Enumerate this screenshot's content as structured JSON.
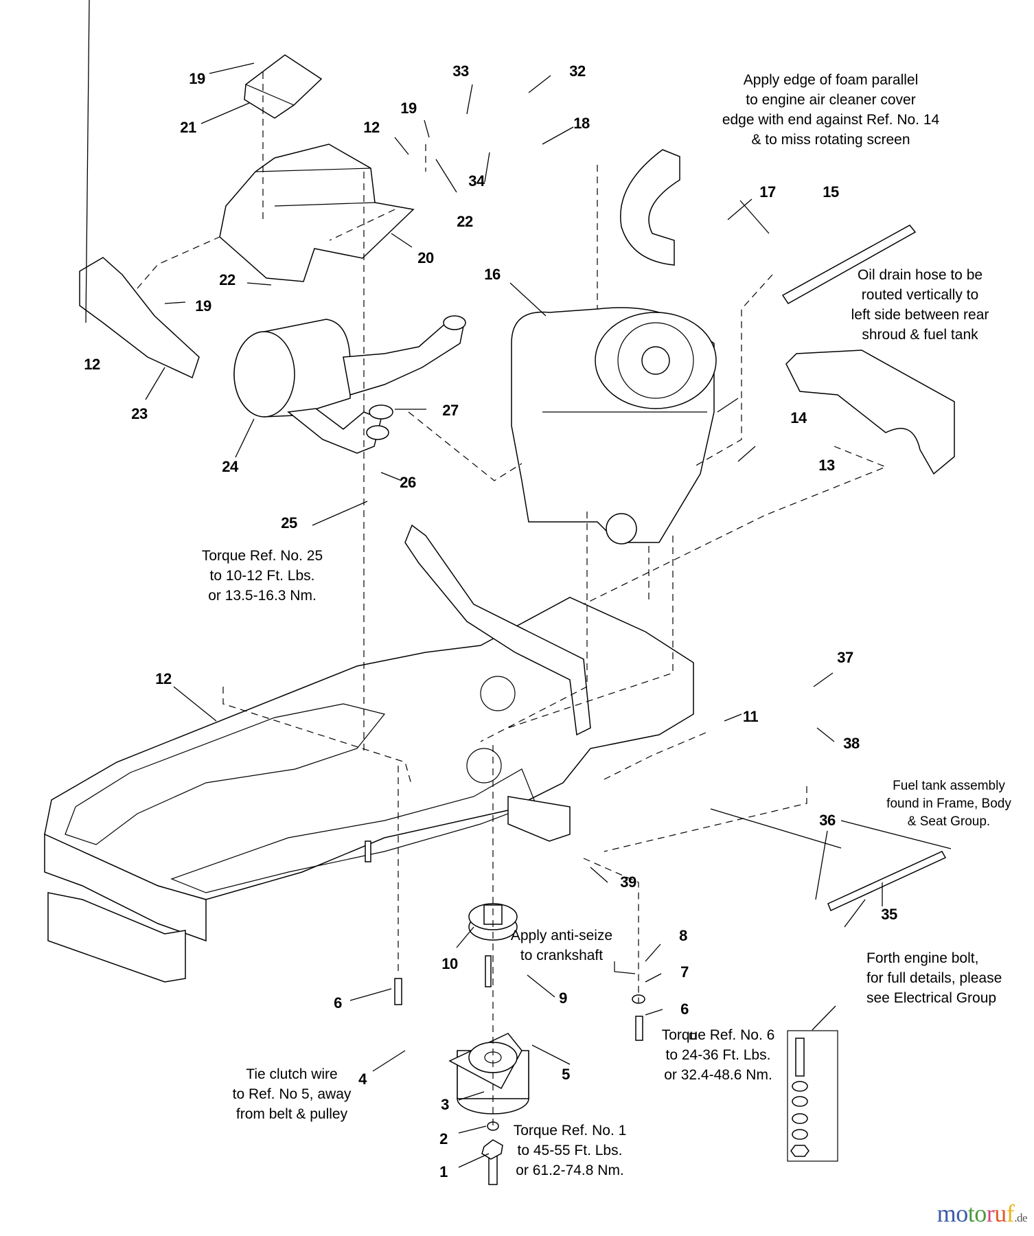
{
  "diagram": {
    "title_visible": false,
    "callouts": [
      {
        "id": "c19a",
        "label": "19"
      },
      {
        "id": "c21",
        "label": "21"
      },
      {
        "id": "c12a",
        "label": "12"
      },
      {
        "id": "c19b",
        "label": "19"
      },
      {
        "id": "c22a",
        "label": "22"
      },
      {
        "id": "c20",
        "label": "20"
      },
      {
        "id": "c22b",
        "label": "22"
      },
      {
        "id": "c19c",
        "label": "19"
      },
      {
        "id": "c12b",
        "label": "12"
      },
      {
        "id": "c23",
        "label": "23"
      },
      {
        "id": "c24",
        "label": "24"
      },
      {
        "id": "c27",
        "label": "27"
      },
      {
        "id": "c26",
        "label": "26"
      },
      {
        "id": "c25",
        "label": "25"
      },
      {
        "id": "c33",
        "label": "33"
      },
      {
        "id": "c34",
        "label": "34"
      },
      {
        "id": "c32",
        "label": "32"
      },
      {
        "id": "c18",
        "label": "18"
      },
      {
        "id": "c17",
        "label": "17"
      },
      {
        "id": "c15",
        "label": "15"
      },
      {
        "id": "c16",
        "label": "16"
      },
      {
        "id": "c14",
        "label": "14"
      },
      {
        "id": "c13",
        "label": "13"
      },
      {
        "id": "c12c",
        "label": "12"
      },
      {
        "id": "c11",
        "label": "11"
      },
      {
        "id": "c37",
        "label": "37"
      },
      {
        "id": "c38",
        "label": "38"
      },
      {
        "id": "c39",
        "label": "39"
      },
      {
        "id": "c36",
        "label": "36"
      },
      {
        "id": "c35",
        "label": "35"
      },
      {
        "id": "c10",
        "label": "10"
      },
      {
        "id": "c8",
        "label": "8"
      },
      {
        "id": "c7",
        "label": "7"
      },
      {
        "id": "c6a",
        "label": "6"
      },
      {
        "id": "c6b",
        "label": "6"
      },
      {
        "id": "c9",
        "label": "9"
      },
      {
        "id": "c5",
        "label": "5"
      },
      {
        "id": "c4",
        "label": "4"
      },
      {
        "id": "c3",
        "label": "3"
      },
      {
        "id": "c2",
        "label": "2"
      },
      {
        "id": "c1",
        "label": "1"
      }
    ],
    "notes": {
      "foam": [
        "Apply edge of foam parallel",
        "to engine air cleaner cover",
        "edge with end against Ref. No. 14",
        "& to miss rotating screen"
      ],
      "oil_hose": [
        "Oil drain hose to be",
        "routed vertically to",
        "left side between rear",
        "shroud & fuel tank"
      ],
      "torque_25": [
        "Torque Ref. No. 25",
        "to 10-12 Ft. Lbs.",
        "or 13.5-16.3 Nm."
      ],
      "fuel_tank": [
        "Fuel tank assembly",
        "found in Frame, Body",
        "& Seat Group."
      ],
      "anti_seize": [
        "Apply anti-seize",
        "to crankshaft"
      ],
      "forth_bolt": [
        "Forth engine bolt,",
        "for full details, please",
        "see Electrical Group"
      ],
      "torque_6": [
        "Torque Ref. No. 6",
        "to 24-36 Ft. Lbs.",
        "or 32.4-48.6 Nm."
      ],
      "clutch_wire": [
        "Tie clutch wire",
        "to Ref. No 5, away",
        "from belt & pulley"
      ],
      "torque_1": [
        "Torque Ref. No. 1",
        "to 45-55 Ft. Lbs.",
        "or 61.2-74.8 Nm."
      ]
    }
  },
  "watermark": {
    "letters": [
      {
        "ch": "m",
        "color": "#3b5aa8"
      },
      {
        "ch": "o",
        "color": "#3b5aa8"
      },
      {
        "ch": "t",
        "color": "#4a9a3c"
      },
      {
        "ch": "o",
        "color": "#4a9a3c"
      },
      {
        "ch": "r",
        "color": "#d8467a"
      },
      {
        "ch": "u",
        "color": "#e0592a"
      },
      {
        "ch": "f",
        "color": "#e8b418"
      }
    ],
    "tld": ".de"
  }
}
